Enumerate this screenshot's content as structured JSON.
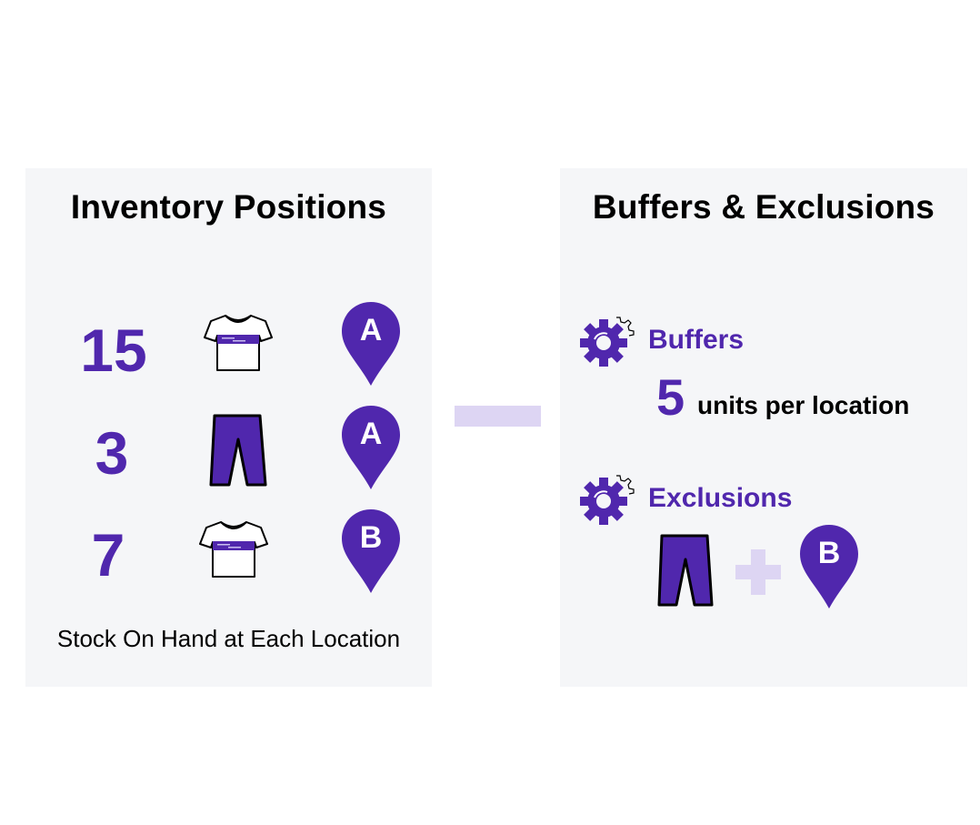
{
  "left": {
    "title": "Inventory Positions",
    "rows": [
      {
        "qty": "15",
        "item_icon": "tshirt-icon",
        "location": "A"
      },
      {
        "qty": "3",
        "item_icon": "pants-icon",
        "location": "A"
      },
      {
        "qty": "7",
        "item_icon": "tshirt-icon",
        "location": "B"
      }
    ],
    "caption": "Stock On Hand at Each Location"
  },
  "operator": "minus",
  "right": {
    "title": "Buffers & Exclusions",
    "buffers": {
      "label": "Buffers",
      "value": "5",
      "unit_text": "units per location"
    },
    "exclusions": {
      "label": "Exclusions",
      "item_icon": "pants-icon",
      "operator": "plus",
      "location": "B"
    }
  },
  "colors": {
    "accent": "#5027ad",
    "accent_light": "#ddd5f3",
    "panel_bg": "#f5f6f8",
    "text": "#000000"
  }
}
